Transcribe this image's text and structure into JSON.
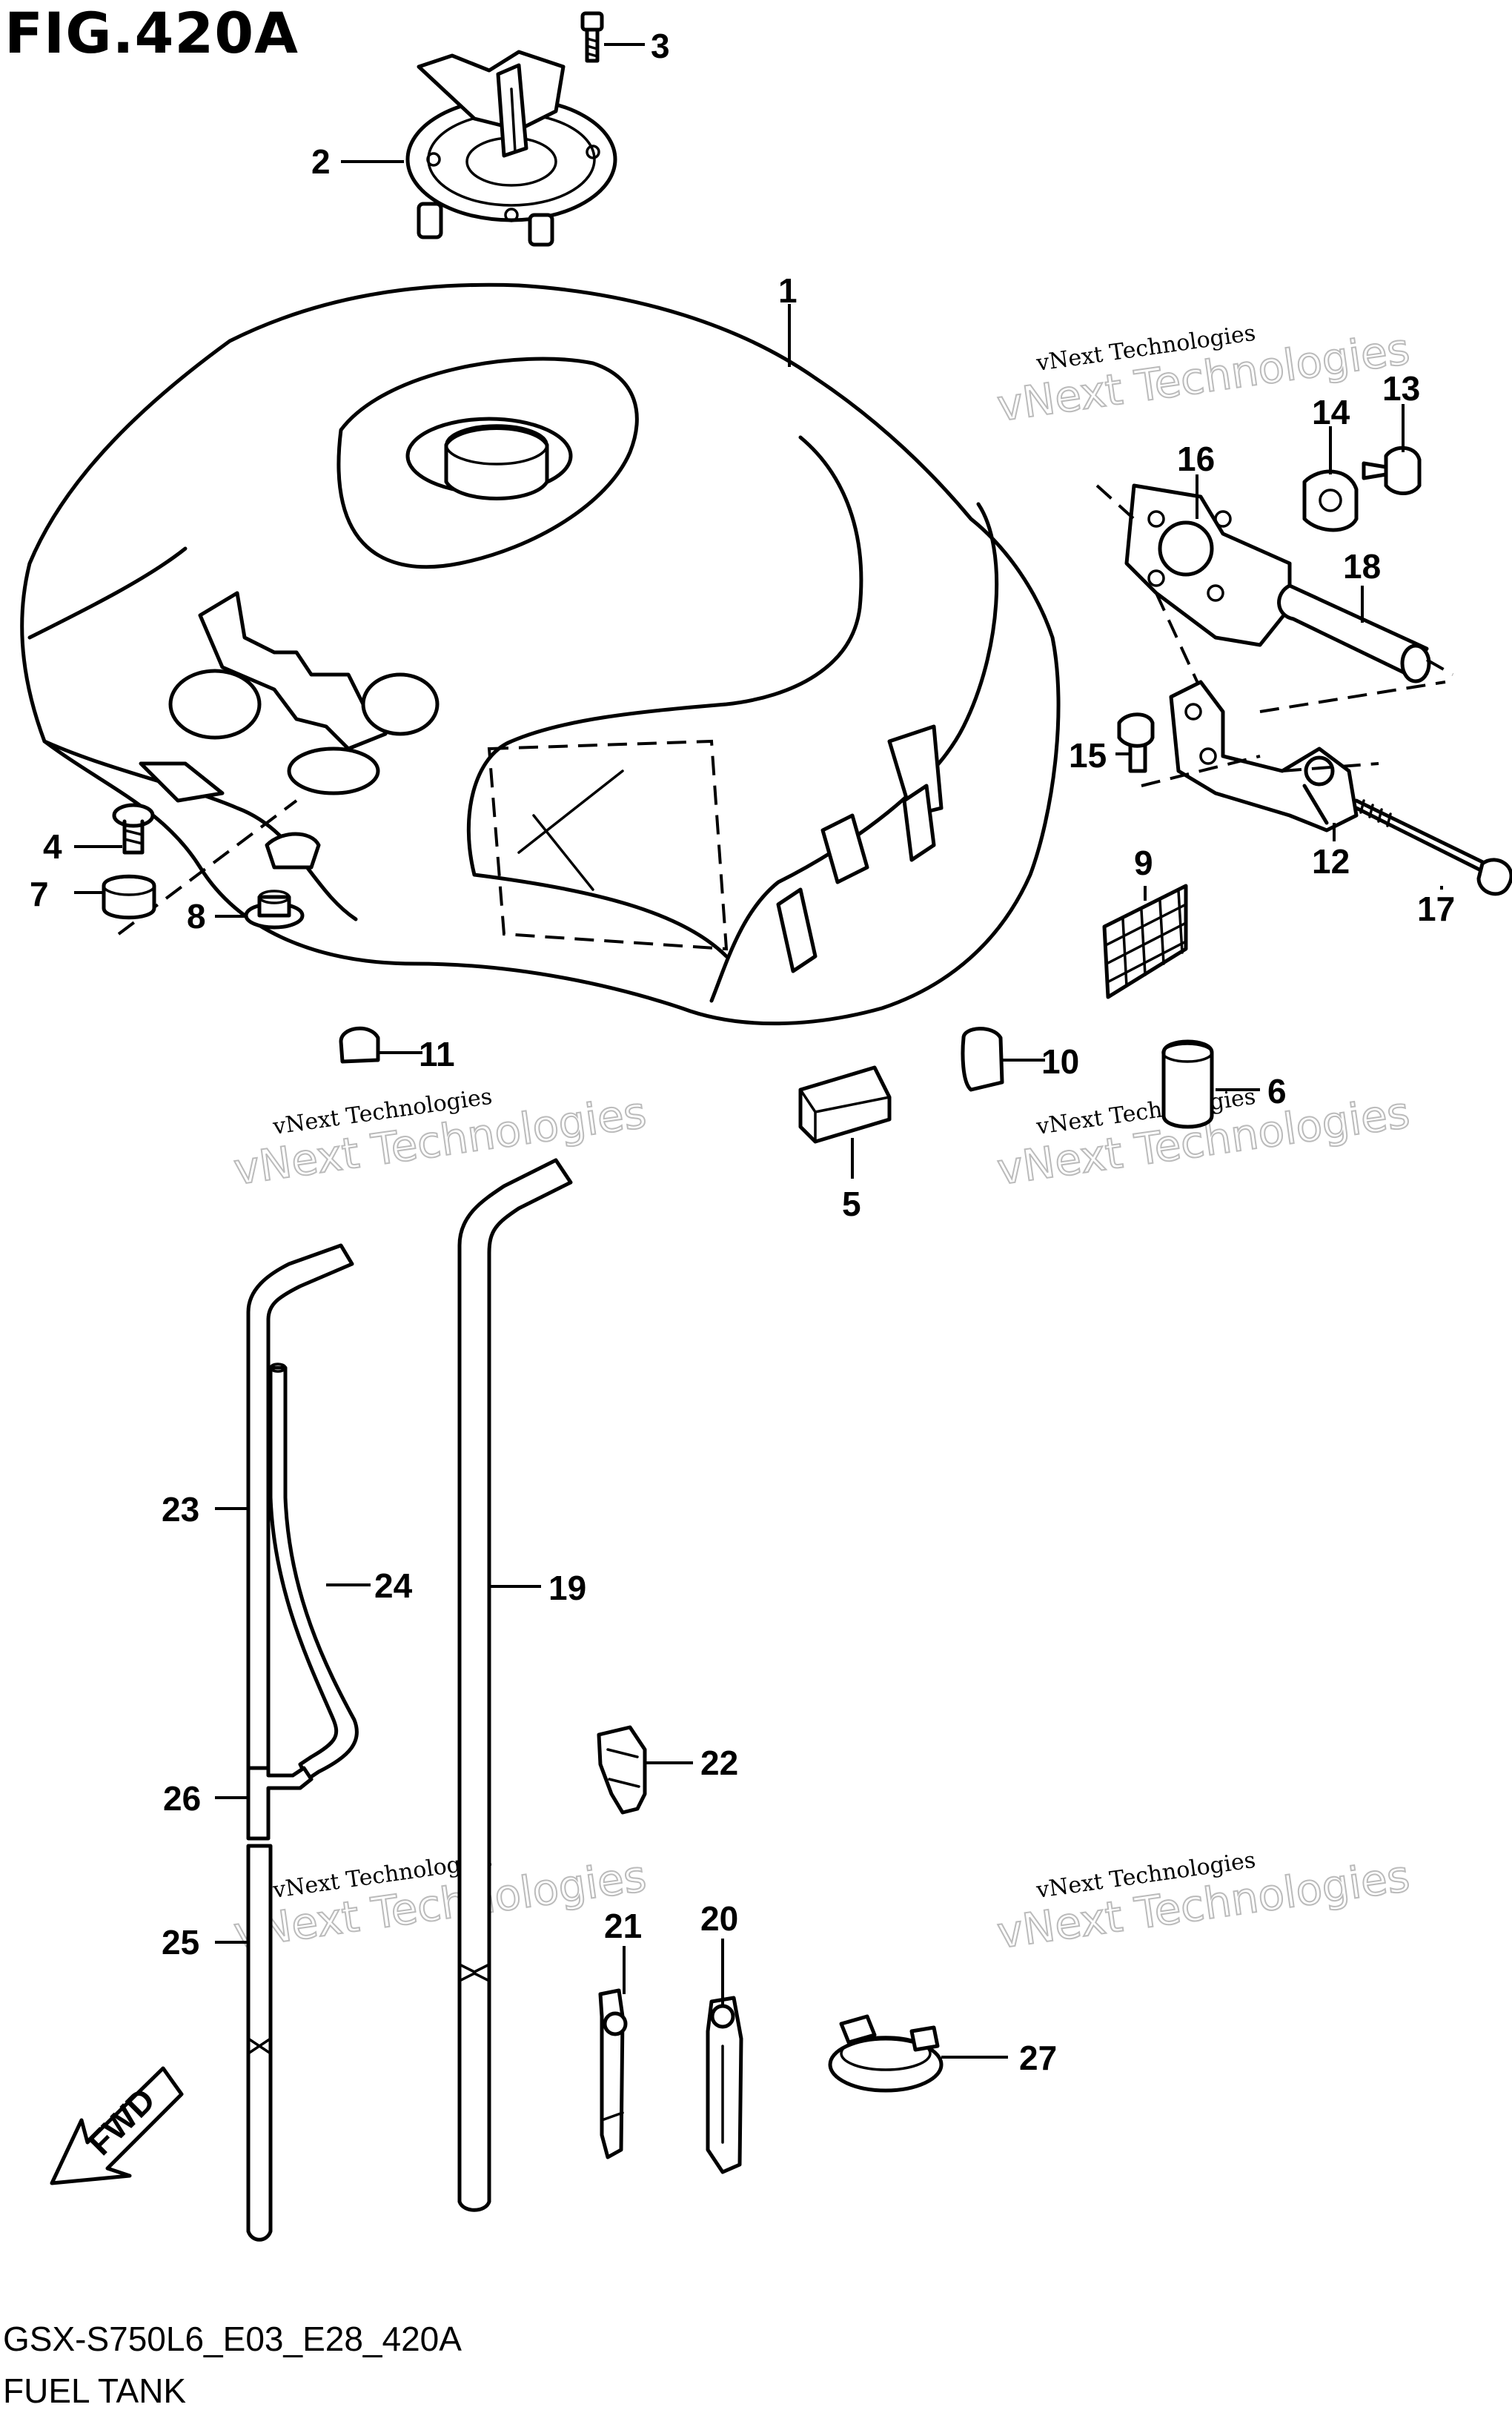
{
  "figure": {
    "title": "FIG.420A",
    "model_code": "GSX-S750L6_E03_E28_420A",
    "name": "FUEL TANK"
  },
  "fwd_label": "FWD",
  "watermark": {
    "line1": "vNext Technologies",
    "line2": "vNext Technologies"
  },
  "callouts": [
    "1",
    "2",
    "3",
    "4",
    "5",
    "6",
    "7",
    "8",
    "9",
    "10",
    "11",
    "12",
    "13",
    "14",
    "15",
    "16",
    "17",
    "18",
    "19",
    "20",
    "21",
    "22",
    "23",
    "24",
    "25",
    "26",
    "27"
  ]
}
